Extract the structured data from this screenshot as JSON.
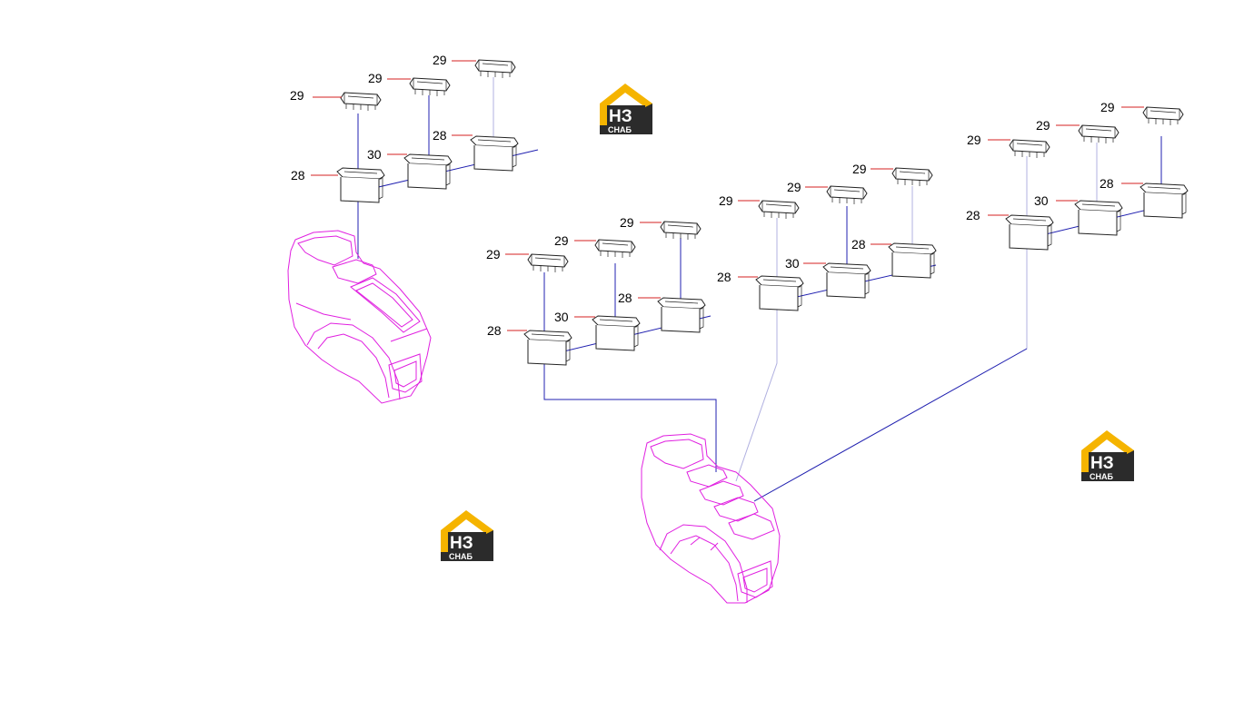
{
  "callouts": {
    "g1": {
      "s1": "29",
      "s2": "29",
      "s3": "29",
      "b1": "28",
      "b2": "30",
      "b3": "28"
    },
    "g2": {
      "s1": "29",
      "s2": "29",
      "s3": "29",
      "b1": "28",
      "b2": "30",
      "b3": "28"
    },
    "g3": {
      "s1": "29",
      "s2": "29",
      "s3": "29",
      "b1": "28",
      "b2": "30",
      "b3": "28"
    },
    "g4": {
      "s1": "29",
      "s2": "29",
      "s3": "29",
      "b1": "28",
      "b2": "30",
      "b3": "28"
    }
  },
  "logo": {
    "letters": "НЗ",
    "word": "СНАБ",
    "colors": {
      "roof": "#f5b400",
      "dark": "#2b2b2b",
      "white": "#ffffff"
    }
  },
  "colors": {
    "console": "#e020e0",
    "link": "#2020b0",
    "leader": "#d42020",
    "part": "#222222"
  }
}
